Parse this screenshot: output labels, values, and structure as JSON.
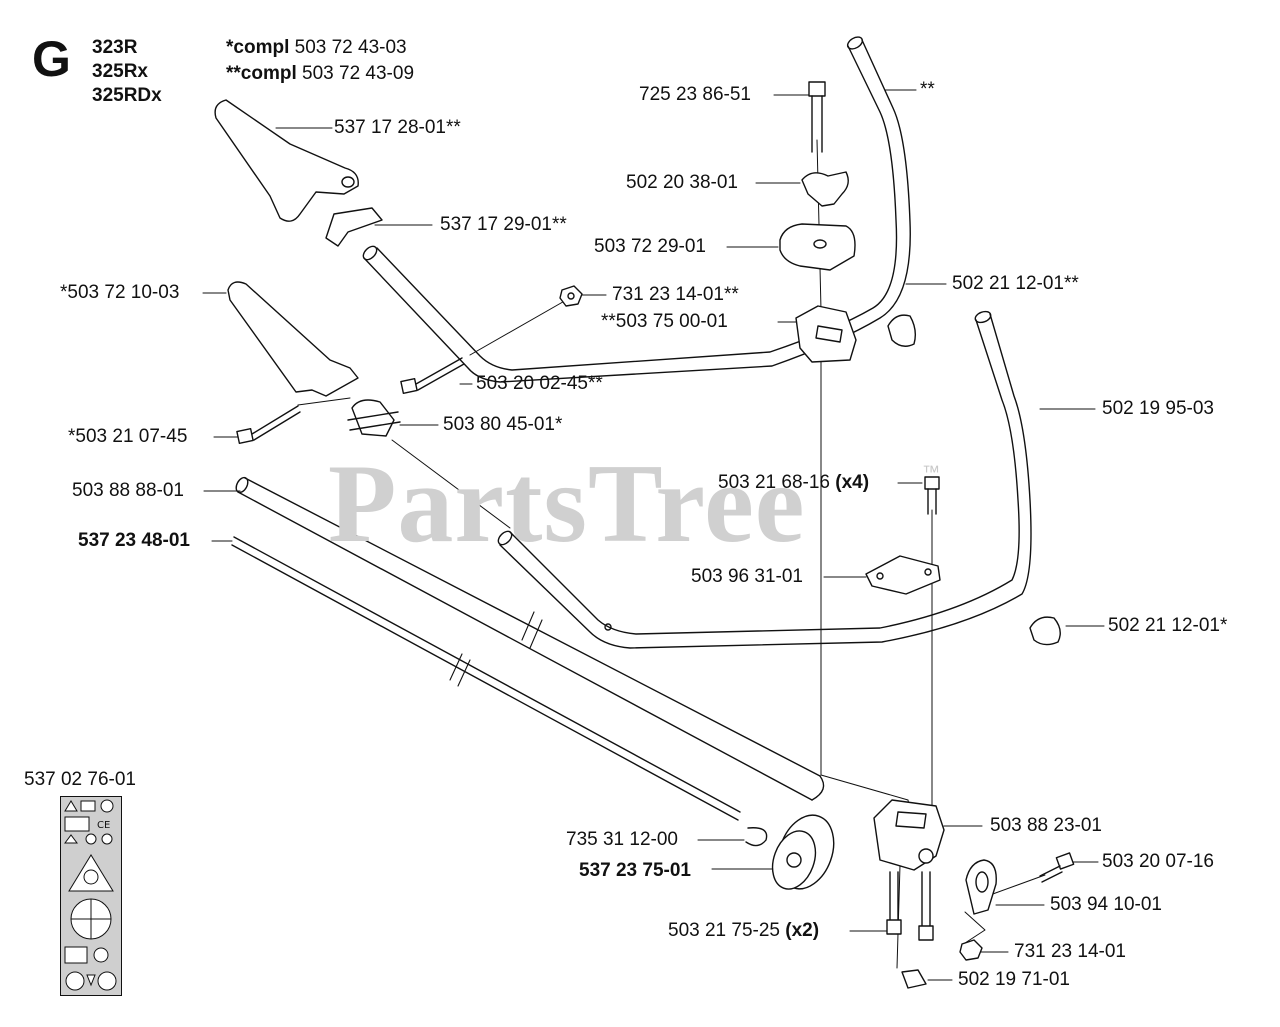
{
  "header": {
    "section_letter": "G",
    "models": [
      "323R",
      "325Rx",
      "325RDx"
    ],
    "compl": [
      {
        "prefix": "*compl",
        "number": "503 72 43-03"
      },
      {
        "prefix": "**compl",
        "number": "503 72 43-09"
      }
    ]
  },
  "watermark": {
    "text": "PartsTree",
    "tm": "™"
  },
  "labels": [
    {
      "id": "p1",
      "text": "537 17 28-01**"
    },
    {
      "id": "p2",
      "text": "537 17 29-01**"
    },
    {
      "id": "p3",
      "text": "*503 72 10-03"
    },
    {
      "id": "p4",
      "text": "731 23 14-01**"
    },
    {
      "id": "p5",
      "text": "503 20 02-45**"
    },
    {
      "id": "p6",
      "text": "*503 21 07-45"
    },
    {
      "id": "p7",
      "text": "503 80 45-01*"
    },
    {
      "id": "p8",
      "text": "725 23 86-51"
    },
    {
      "id": "p9",
      "text": "**"
    },
    {
      "id": "p10",
      "text": "502 20 38-01"
    },
    {
      "id": "p11",
      "text": "503 72 29-01"
    },
    {
      "id": "p12",
      "text": "502 21 12-01**"
    },
    {
      "id": "p13",
      "text": "**503 75 00-01"
    },
    {
      "id": "p14",
      "text": "502 19 95-03"
    },
    {
      "id": "p15",
      "text": "503 21 68-16",
      "suffix": "(x4)"
    },
    {
      "id": "p16",
      "text": "503 88 88-01"
    },
    {
      "id": "p17",
      "text": "537 23 48-01",
      "bold": true
    },
    {
      "id": "p18",
      "text": "503 96 31-01"
    },
    {
      "id": "p19",
      "text": "502 21 12-01*"
    },
    {
      "id": "p20",
      "text": "537 02 76-01"
    },
    {
      "id": "p21",
      "text": "735 31 12-00"
    },
    {
      "id": "p22",
      "text": "537 23 75-01",
      "bold": true
    },
    {
      "id": "p23",
      "text": "503 88 23-01"
    },
    {
      "id": "p24",
      "text": "503 20 07-16"
    },
    {
      "id": "p25",
      "text": "503 94 10-01"
    },
    {
      "id": "p26",
      "text": "503 21 75-25",
      "suffix": "(x2)"
    },
    {
      "id": "p27",
      "text": "731 23 14-01"
    },
    {
      "id": "p28",
      "text": "502 19 71-01"
    }
  ]
}
